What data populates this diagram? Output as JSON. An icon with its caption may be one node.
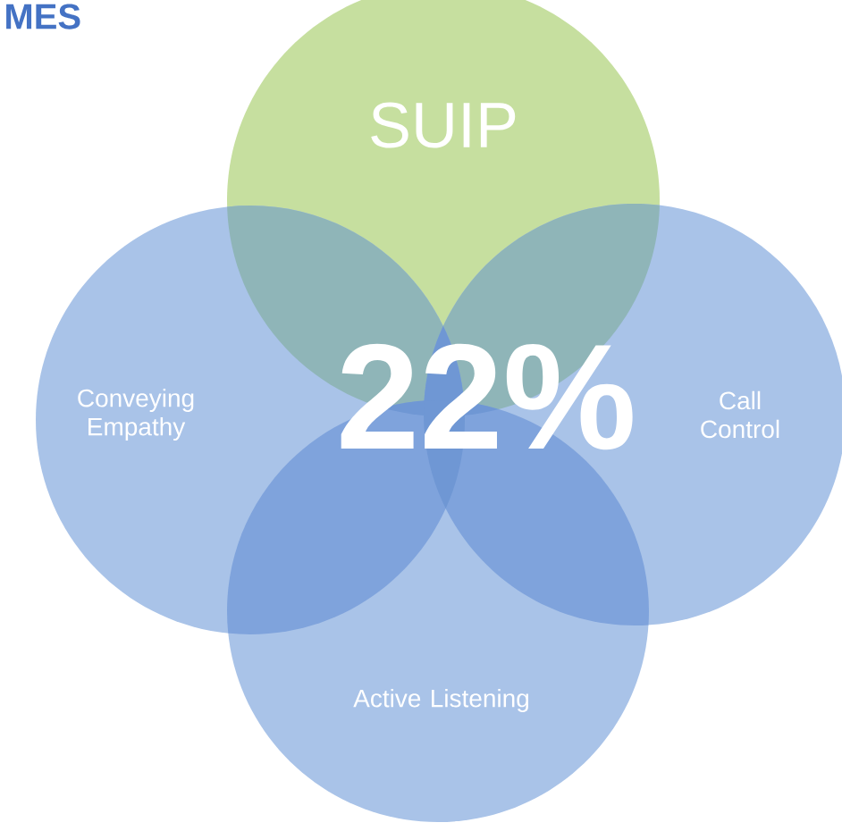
{
  "diagram": {
    "title": "MES",
    "nodes": [
      {
        "text": [
          "SUIP"
        ]
      },
      {
        "text": [
          "Conveying Empathy"
        ]
      },
      {
        "text": [
          "Call Control"
        ]
      },
      {
        "text": [
          "Active Listening"
        ]
      }
    ],
    "labels": [
      "22%"
    ]
  }
}
